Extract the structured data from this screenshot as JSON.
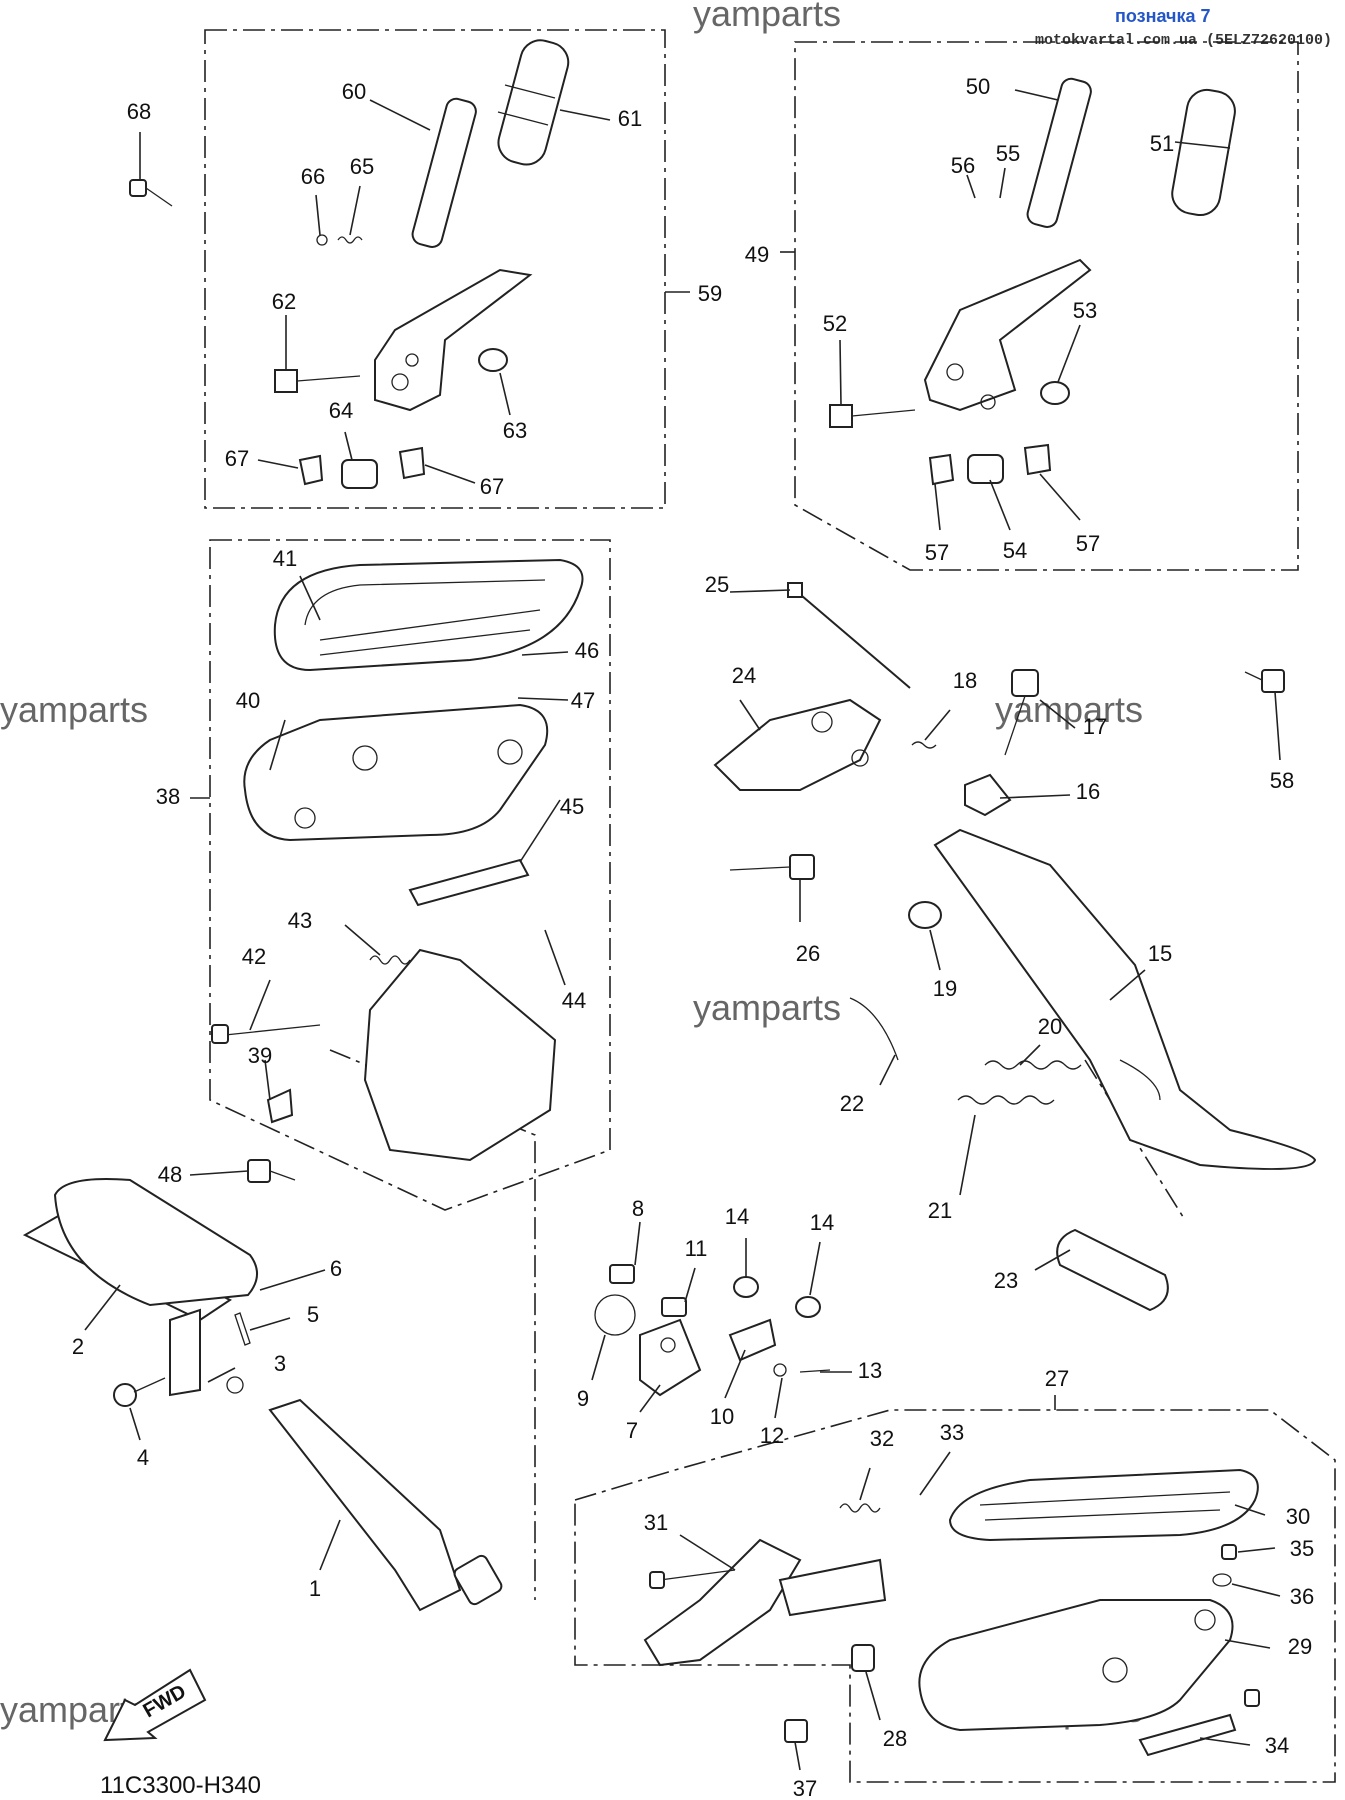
{
  "header": {
    "label_marker": "позначка 7",
    "source": "motokvartal.com.ua (5ELZ72620100)"
  },
  "watermark": "yamparts",
  "diagram_code": "11C3300-H340",
  "fwd_arrow": "FWD",
  "callouts": [
    {
      "id": "1"
    },
    {
      "id": "2"
    },
    {
      "id": "3"
    },
    {
      "id": "4"
    },
    {
      "id": "5"
    },
    {
      "id": "6"
    },
    {
      "id": "7"
    },
    {
      "id": "8"
    },
    {
      "id": "9"
    },
    {
      "id": "10"
    },
    {
      "id": "11"
    },
    {
      "id": "12"
    },
    {
      "id": "13"
    },
    {
      "id": "14"
    },
    {
      "id": "14"
    },
    {
      "id": "15"
    },
    {
      "id": "16"
    },
    {
      "id": "17"
    },
    {
      "id": "18"
    },
    {
      "id": "19"
    },
    {
      "id": "20"
    },
    {
      "id": "21"
    },
    {
      "id": "22"
    },
    {
      "id": "23"
    },
    {
      "id": "24"
    },
    {
      "id": "25"
    },
    {
      "id": "26"
    },
    {
      "id": "27"
    },
    {
      "id": "28"
    },
    {
      "id": "29"
    },
    {
      "id": "30"
    },
    {
      "id": "31"
    },
    {
      "id": "32"
    },
    {
      "id": "33"
    },
    {
      "id": "34"
    },
    {
      "id": "35"
    },
    {
      "id": "36"
    },
    {
      "id": "37"
    },
    {
      "id": "38"
    },
    {
      "id": "39"
    },
    {
      "id": "40"
    },
    {
      "id": "41"
    },
    {
      "id": "42"
    },
    {
      "id": "43"
    },
    {
      "id": "44"
    },
    {
      "id": "45"
    },
    {
      "id": "46"
    },
    {
      "id": "47"
    },
    {
      "id": "48"
    },
    {
      "id": "49"
    },
    {
      "id": "50"
    },
    {
      "id": "51"
    },
    {
      "id": "52"
    },
    {
      "id": "53"
    },
    {
      "id": "54"
    },
    {
      "id": "55"
    },
    {
      "id": "56"
    },
    {
      "id": "57"
    },
    {
      "id": "57"
    },
    {
      "id": "58"
    },
    {
      "id": "59"
    },
    {
      "id": "60"
    },
    {
      "id": "61"
    },
    {
      "id": "62"
    },
    {
      "id": "63"
    },
    {
      "id": "64"
    },
    {
      "id": "65"
    },
    {
      "id": "66"
    },
    {
      "id": "67"
    },
    {
      "id": "67"
    },
    {
      "id": "68"
    }
  ]
}
